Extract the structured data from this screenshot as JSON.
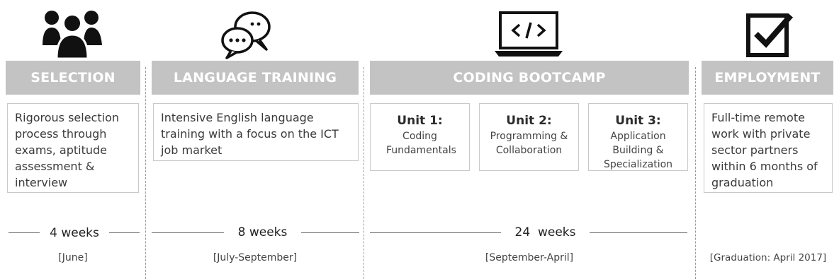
{
  "stages": [
    {
      "header": "SELECTION",
      "icon": "people-group-icon",
      "description": "Rigorous selection process through exams, aptitude assessment & interview",
      "duration": "4 weeks",
      "period": "[June]"
    },
    {
      "header": "LANGUAGE TRAINING",
      "icon": "speech-bubbles-icon",
      "description": "Intensive English language training with a focus on the ICT job market",
      "duration": "8 weeks",
      "period": "[July-September]"
    },
    {
      "header": "CODING BOOTCAMP",
      "icon": "laptop-code-icon",
      "units": [
        {
          "title": "Unit 1:",
          "body": "Coding Fundamentals"
        },
        {
          "title": "Unit 2:",
          "body": "Programming & Collaboration"
        },
        {
          "title": "Unit 3:",
          "body": "Application Building & Specialization"
        }
      ],
      "duration": "24  weeks",
      "period": "[September-April]"
    },
    {
      "header": "EMPLOYMENT",
      "icon": "checkbox-check-icon",
      "description": "Full-time remote work with private sector partners within 6 months of graduation",
      "period": "[Graduation: April 2017]"
    }
  ],
  "colors": {
    "header_bg": "#c3c3c3",
    "header_text": "#ffffff",
    "icon": "#111111"
  }
}
